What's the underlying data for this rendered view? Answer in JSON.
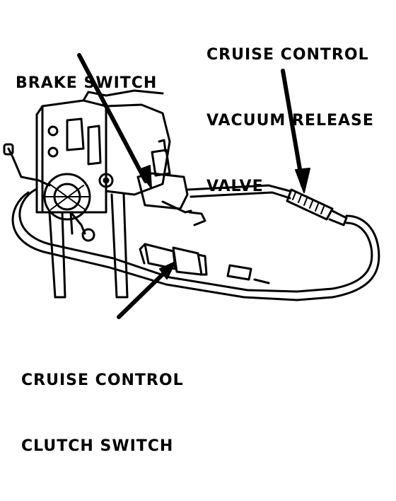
{
  "labels": {
    "brake_switch": "BRAKE SWITCH",
    "vacuum_release_valve": [
      "CRUISE CONTROL",
      "VACUUM RELEASE",
      "VALVE"
    ],
    "clutch_switch": [
      "CRUISE CONTROL",
      "CLUTCH SWITCH"
    ]
  },
  "colors": {
    "ink": "#000000",
    "paper": "#ffffff"
  }
}
